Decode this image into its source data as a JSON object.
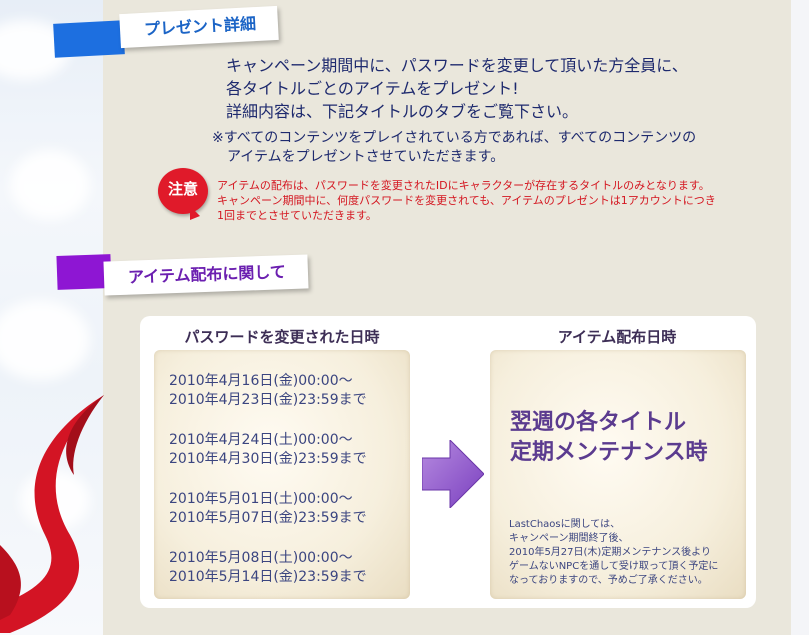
{
  "present_section": {
    "title": "プレゼント詳細",
    "intro": [
      "キャンペーン期間中に、パスワードを変更して頂いた方全員に、",
      "各タイトルごとのアイテムをプレゼント!",
      "詳細内容は、下記タイトルのタブをご覧下さい。"
    ],
    "note": [
      "※すべてのコンテンツをプレイされている方であれば、すべてのコンテンツの",
      "アイテムをプレゼントさせていただきます。"
    ],
    "caution_badge": "注意",
    "caution": [
      "アイテムの配布は、パスワードを変更されたIDにキャラクターが存在するタイトルのみとなります。",
      "キャンペーン期間中に、何度パスワードを変更されても、アイテムのプレゼントは1アカウントにつき",
      "1回までとさせていただきます。"
    ]
  },
  "distribution_section": {
    "title": "アイテム配布に関して",
    "left_header": "パスワードを変更された日時",
    "right_header": "アイテム配布日時",
    "periods": [
      {
        "start": "2010年4月16日(金)00:00～",
        "end": "2010年4月23日(金)23:59まで"
      },
      {
        "start": "2010年4月24日(土)00:00～",
        "end": "2010年4月30日(金)23:59まで"
      },
      {
        "start": "2010年5月01日(土)00:00～",
        "end": "2010年5月07日(金)23:59まで"
      },
      {
        "start": "2010年5月08日(土)00:00～",
        "end": "2010年5月14日(金)23:59まで"
      }
    ],
    "distribution_time": [
      "翌週の各タイトル",
      "定期メンテナンス時"
    ],
    "lastchaos_note": [
      "LastChaosに関しては、",
      "キャンペーン期間終了後、",
      "2010年5月27日(木)定期メンテナンス後より",
      "ゲームないNPCを通して受け取って頂く予定に",
      "なっておりますので、予めご了承ください。"
    ]
  },
  "colors": {
    "panel_bg": "#eae7dc",
    "blue_tag": "#1d6fe0",
    "purple_tag": "#8e16d3",
    "caution_red": "#e01a2a",
    "text_navy": "#1e2a6e",
    "heading_purple": "#5b3b8f"
  }
}
